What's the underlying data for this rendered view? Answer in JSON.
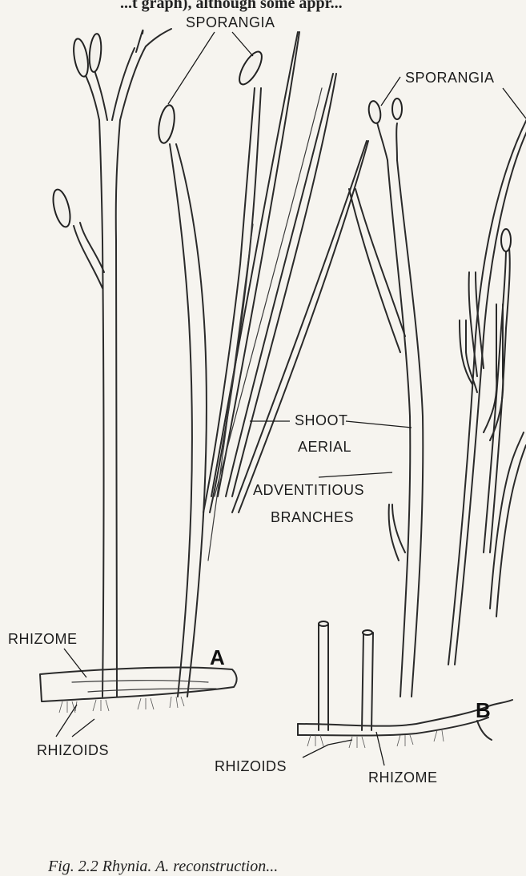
{
  "top_text": "...t graph), although some appr...",
  "labels": {
    "sporangia_a": "SPORANGIA",
    "sporangia_b": "SPORANGIA",
    "shoot": "SHOOT",
    "aerial": "AERIAL",
    "adventitious": "ADVENTITIOUS",
    "branches": "BRANCHES",
    "rhizome_a": "RHIZOME",
    "rhizoids_a": "RHIZOIDS",
    "rhizoids_b": "RHIZOIDS",
    "rhizome_b": "RHIZOME",
    "panel_a": "A",
    "panel_b": "B"
  },
  "caption": "Fig. 2.2  Rhynia.  A. reconstruction..."
}
